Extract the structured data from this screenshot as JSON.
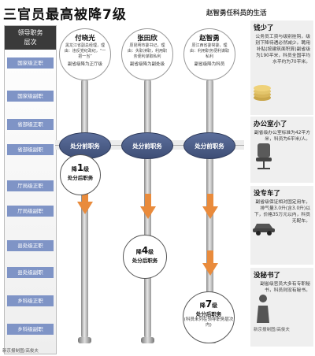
{
  "title": "三官员最高被降7级",
  "side_title": "赵智勇任科员的生活",
  "ladder": {
    "head": [
      "领导职务",
      "层次"
    ],
    "ranks": [
      "国家级正职",
      "国家级副职",
      "省部级正职",
      "省部级副职",
      "厅局级正职",
      "厅局级副职",
      "县处级正职",
      "县处级副职",
      "乡科级正职",
      "乡科级副职"
    ]
  },
  "officials": [
    {
      "name": "付晓光",
      "desc": "黑龙江省副总经理，理由：违反党纪政纪，“一把一当”",
      "orig": "副省级降为正厅级",
      "pre": "处分前职务",
      "drop_prefix": "降",
      "drop_num": "1",
      "drop_suffix": "级",
      "after": "处分后职务",
      "note": ""
    },
    {
      "name": "张田欣",
      "desc": "原昆明市委书记，理由：失职渎职，利用职务便利谋取私利",
      "orig": "副省级降为副处级",
      "pre": "处分前职务",
      "drop_prefix": "降",
      "drop_num": "4",
      "drop_suffix": "级",
      "after": "处分后职务",
      "note": ""
    },
    {
      "name": "赵智勇",
      "desc": "原江西省委常委，理由：利用职务便利谋取私利",
      "orig": "副省级降为科员",
      "pre": "处分前职务",
      "drop_prefix": "降",
      "drop_num": "7",
      "drop_suffix": "级",
      "after": "处分后职务",
      "note": "(科员未列在领导职务层次内)"
    }
  ],
  "panels": [
    {
      "title": "钱少了",
      "body": "公务员工资与级别挂钩，级别下降待遇必然减少。聘用补贴(按建筑面积算)副省级为190平米，科员全国平均水平约为70平米。"
    },
    {
      "title": "办公室小了",
      "body": "副省级办公室标准为42平方米，科员为6平米/人。"
    },
    {
      "title": "没专车了",
      "body": "副省级保证相对固定用车，排气量3.0升(含3.0升)以下，价格35万元以内，科员无配车。"
    },
    {
      "title": "没秘书了",
      "body": "副省级官员大多有专职秘书，科员则没有秘书。"
    }
  ],
  "credits": {
    "left": "新京报制图/高俊夫",
    "right": "新京报制图/高俊夫"
  }
}
